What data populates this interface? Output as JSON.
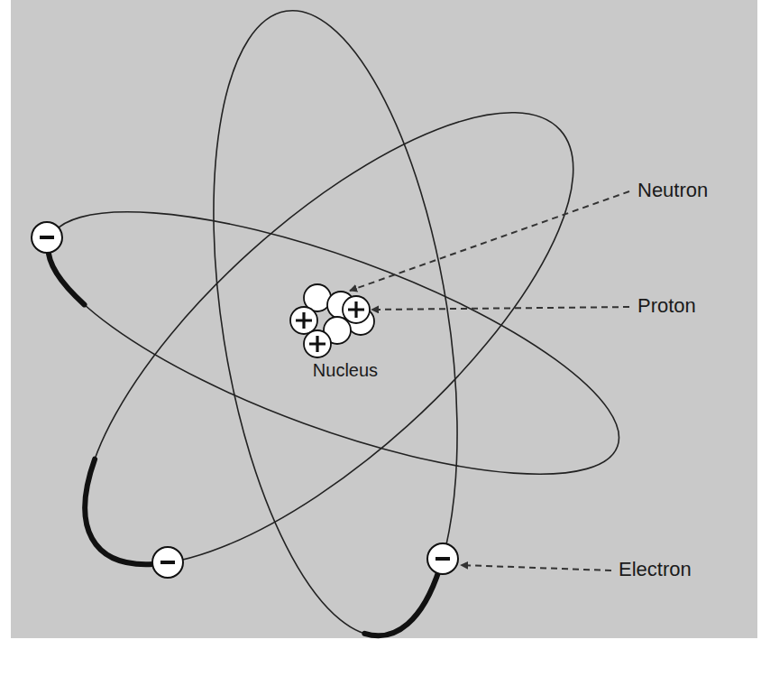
{
  "diagram": {
    "labels": [
      "Nucleus",
      "Neutron",
      "Proton",
      "Electron"
    ]
  }
}
